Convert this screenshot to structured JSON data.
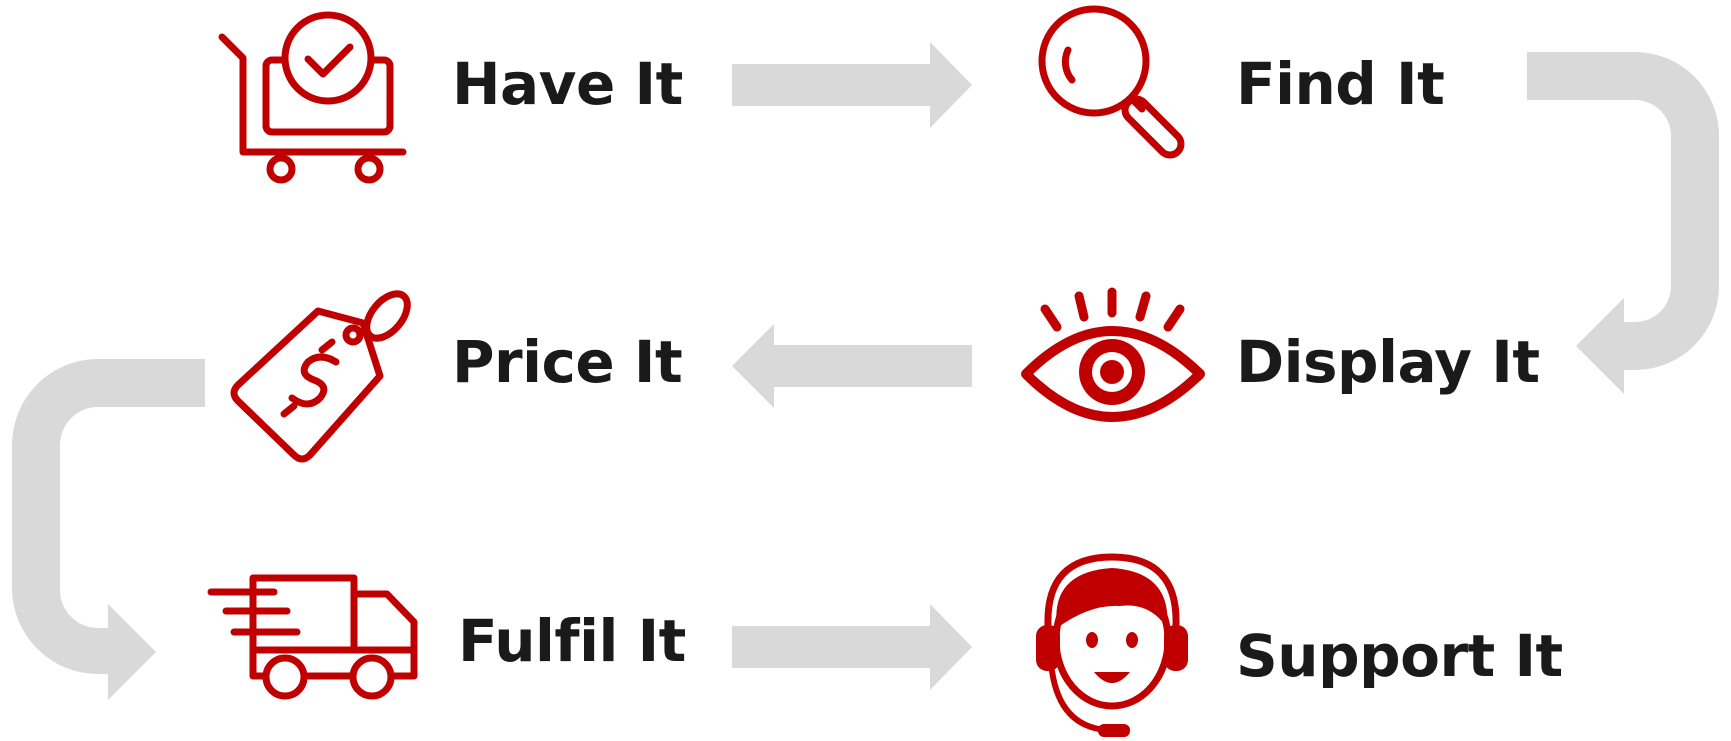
{
  "colors": {
    "icon": "#c00000",
    "arrow": "#d9d9d9",
    "text": "#1a1a1a",
    "background": "#ffffff"
  },
  "steps": [
    {
      "label": "Have It",
      "icon": "shopping-cart-check-icon"
    },
    {
      "label": "Find It",
      "icon": "magnifying-glass-icon"
    },
    {
      "label": "Display It",
      "icon": "eye-icon"
    },
    {
      "label": "Price It",
      "icon": "dollar-price-tag-icon"
    },
    {
      "label": "Fulfil It",
      "icon": "delivery-truck-icon"
    },
    {
      "label": "Support It",
      "icon": "support-agent-headset-icon"
    }
  ]
}
